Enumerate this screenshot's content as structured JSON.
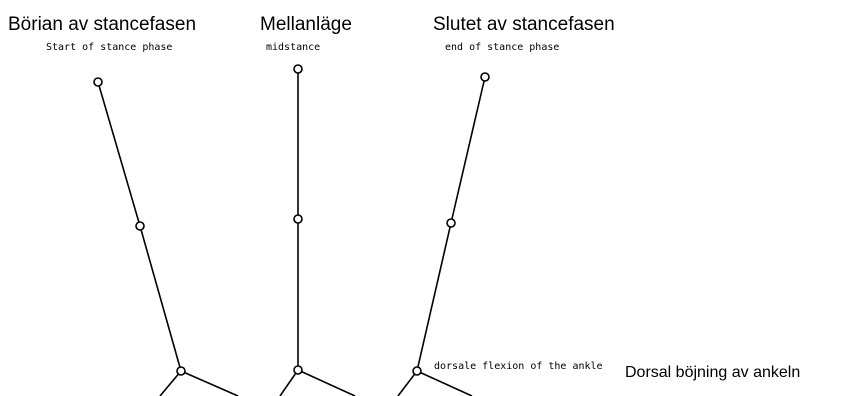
{
  "phases": [
    {
      "title_sv": "Börian av stancefasen",
      "label_en": "Start of stance phase"
    },
    {
      "title_sv": "Mellanläge",
      "label_en": "midstance"
    },
    {
      "title_sv": "Slutet av stancefasen",
      "label_en": "end of stance phase"
    }
  ],
  "annotations": {
    "ankle_en": "dorsale flexion of the ankle",
    "ankle_sv": "Dorsal böjning av ankeln"
  },
  "colors": {
    "line": "#000000",
    "background": "#ffffff"
  }
}
